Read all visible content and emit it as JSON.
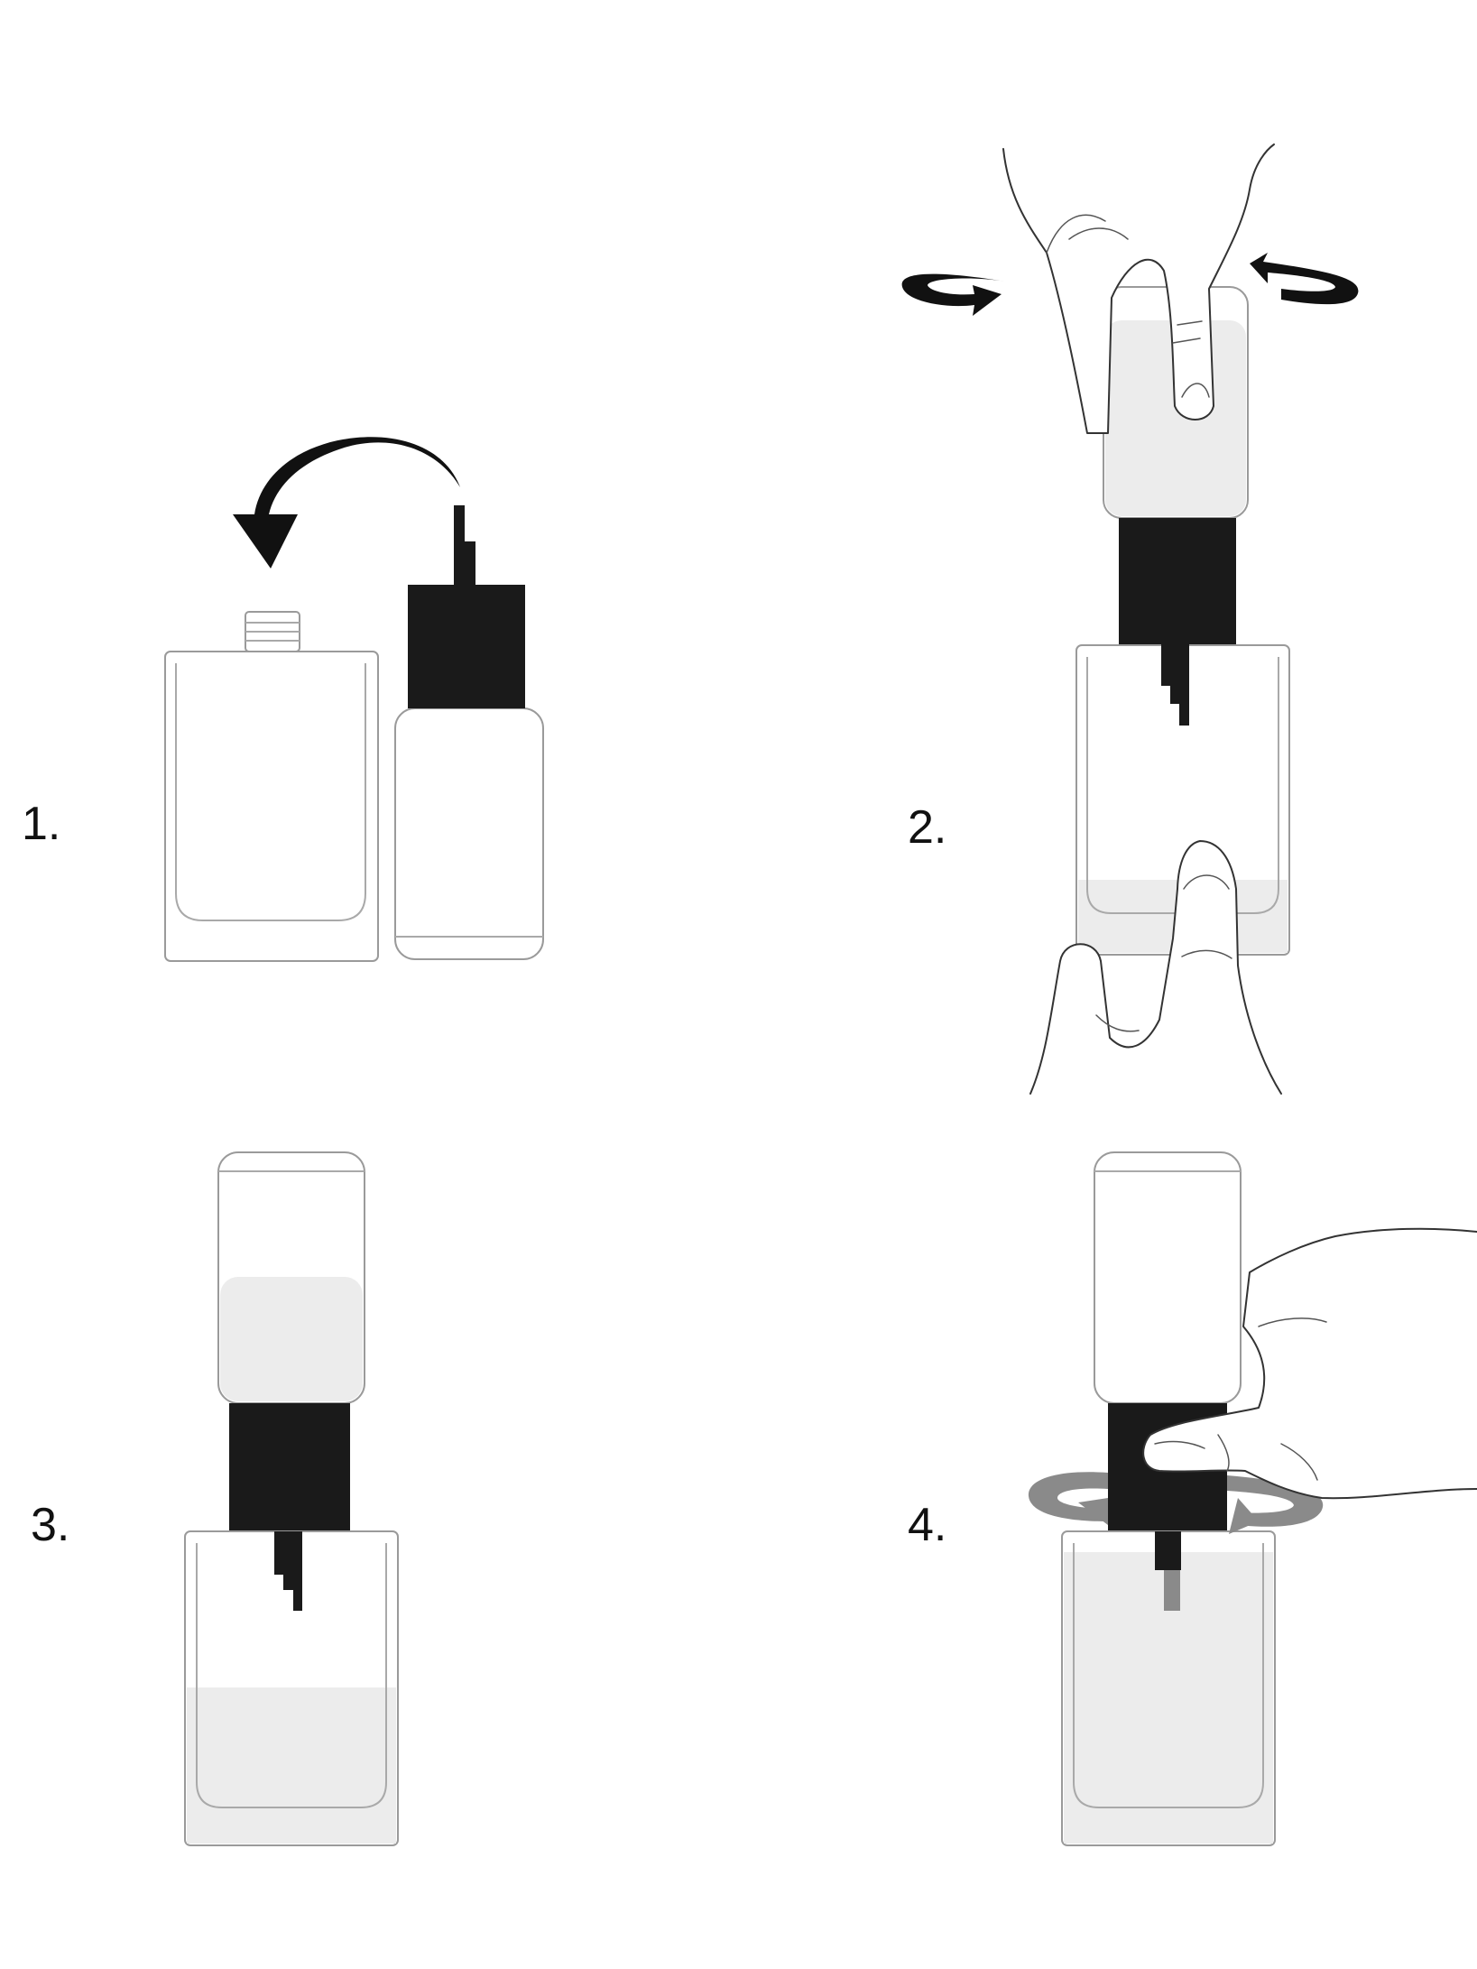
{
  "steps": [
    {
      "label": "1."
    },
    {
      "label": "2."
    },
    {
      "label": "3."
    },
    {
      "label": "4."
    }
  ],
  "colors": {
    "background": "#ffffff",
    "outline": "#9a9a9a",
    "liquid": "#ececec",
    "cap": "#1a1a1a",
    "arrow_primary": "#111111",
    "arrow_secondary": "#8a8a8a"
  },
  "icons": {
    "pour_arrow": "curved-arrow-icon",
    "twist_arrows": "rotate-arrows-icon"
  }
}
